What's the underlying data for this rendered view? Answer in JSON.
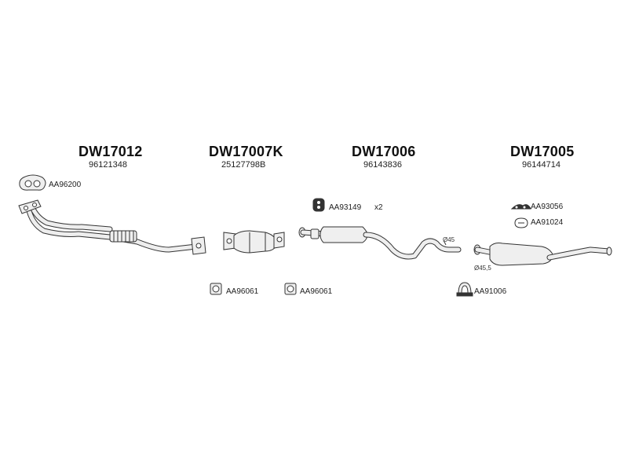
{
  "groups": [
    {
      "code": "DW17012",
      "number": "96121348"
    },
    {
      "code": "DW17007K",
      "number": "25127798B"
    },
    {
      "code": "DW17006",
      "number": "96143836"
    },
    {
      "code": "DW17005",
      "number": "96144714"
    }
  ],
  "accessories": {
    "gasket_front": "AA96200",
    "clamp_left": "AA96061",
    "clamp_right": "AA96061",
    "rubber_hanger": "AA93149",
    "rubber_hanger_qty": "x2",
    "hanger_rear": "AA93056",
    "ring_rear": "AA91024",
    "u_clamp_rear": "AA91006"
  },
  "dimensions": {
    "mid_pipe_diameter": "Ø45",
    "rear_pipe_diameter": "Ø45,5"
  }
}
